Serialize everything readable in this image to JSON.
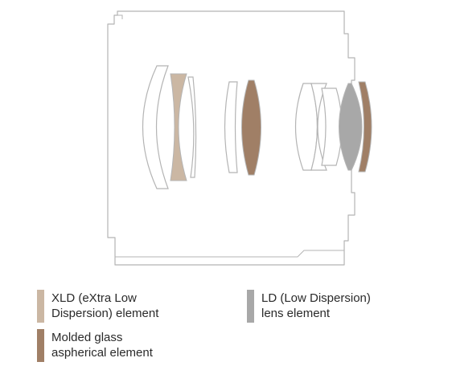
{
  "colors": {
    "outline": "#b4b4b4",
    "xld": "#cbb7a3",
    "molded": "#a07f66",
    "ld": "#a8a8a8",
    "text": "#2a2a2a"
  },
  "legend": {
    "xld": {
      "label": "XLD (eXtra Low\nDispersion) element"
    },
    "molded": {
      "label": "Molded glass\naspherical element"
    },
    "ld": {
      "label": "LD (Low Dispersion)\nlens element"
    }
  }
}
